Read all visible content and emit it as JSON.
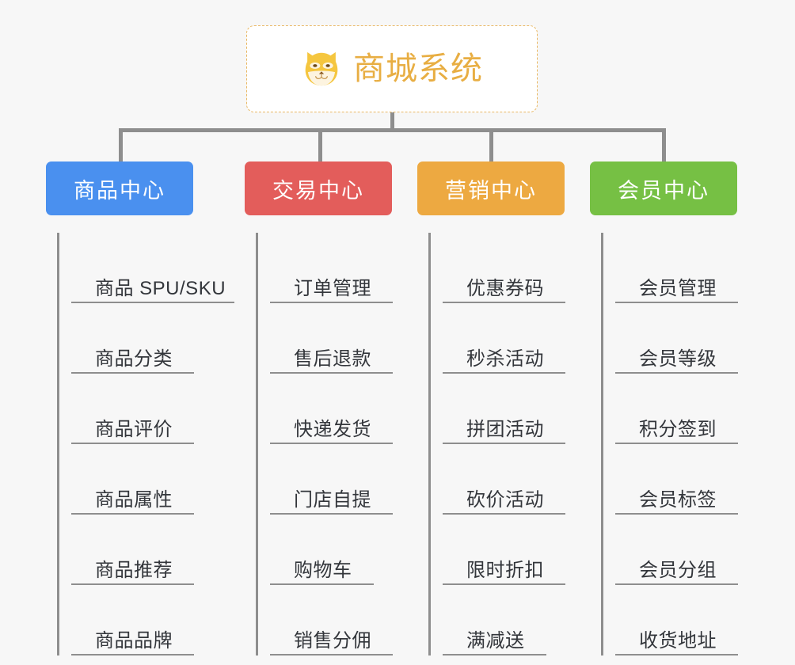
{
  "canvas": {
    "background": "#f7f7f7",
    "connector_color": "#8e8e8e"
  },
  "root": {
    "title": "商城系统",
    "icon": "shiba-dog-face-icon",
    "icon_color": "#f5c63f",
    "text_color": "#e8ae43",
    "border_color": "#e9b864",
    "background": "#ffffff"
  },
  "columns": [
    {
      "id": "product-center",
      "title": "商品中心",
      "color": "#4a90ef",
      "items": [
        "商品 SPU/SKU",
        "商品分类",
        "商品评价",
        "商品属性",
        "商品推荐",
        "商品品牌"
      ]
    },
    {
      "id": "trade-center",
      "title": "交易中心",
      "color": "#e35d5b",
      "items": [
        "订单管理",
        "售后退款",
        "快递发货",
        "门店自提",
        "购物车",
        "销售分佣"
      ]
    },
    {
      "id": "marketing-center",
      "title": "营销中心",
      "color": "#eda941",
      "items": [
        "优惠券码",
        "秒杀活动",
        "拼团活动",
        "砍价活动",
        "限时折扣",
        "满减送"
      ]
    },
    {
      "id": "member-center",
      "title": "会员中心",
      "color": "#76c044",
      "items": [
        "会员管理",
        "会员等级",
        "积分签到",
        "会员标签",
        "会员分组",
        "收货地址"
      ]
    }
  ]
}
